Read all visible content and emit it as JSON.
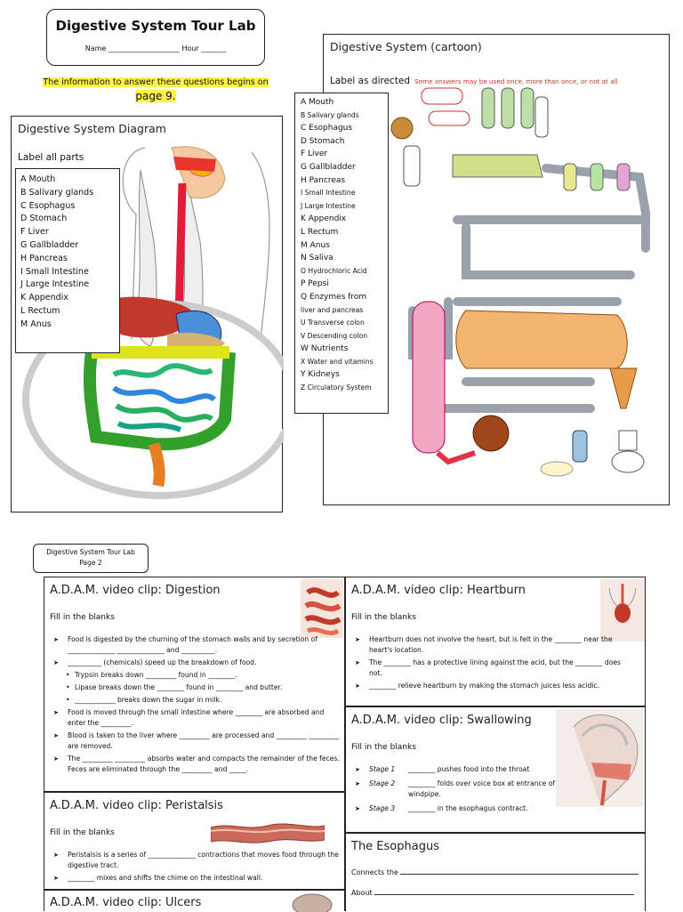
{
  "page1": {
    "title": "Digestive System Tour Lab",
    "name_line": "Name ____________________  Hour _______",
    "info_line1": "The information to answer these questions begins on",
    "info_line2": "page 9.",
    "diagram_title": "Digestive System Diagram",
    "diagram_instruction": "Label all parts",
    "diagram_labels": [
      "A Mouth",
      "B Salivary glands",
      "C Esophagus",
      "D Stomach",
      "F Liver",
      "G Gallbladder",
      "H Pancreas",
      "I Small Intestine",
      "J Large Intestine",
      "K Appendix",
      "L Rectum",
      "M Anus"
    ],
    "cartoon_title": "Digestive System (cartoon)",
    "cartoon_instruction": "Label as directed",
    "cartoon_note": "Some answers may be used once, more than once, or not at all",
    "cartoon_labels": [
      "A Mouth",
      "B Salivary glands",
      "C Esophagus",
      "D Stomach",
      "F Liver",
      "G Gallbladder",
      "H Pancreas",
      "I Small Intestine",
      "J Large Intestine",
      "K Appendix",
      "L Rectum",
      "M Anus",
      "N Saliva",
      "O Hydrochloric Acid",
      "P Pepsi",
      "Q Enzymes from",
      "liver and pancreas",
      "U Transverse colon",
      "V Descending colon",
      "W Nutrients",
      "X Water and vitamins",
      "Y Kidneys",
      "Z Circulatory System"
    ]
  },
  "page2": {
    "header_line1": "Digestive System Tour Lab",
    "header_line2": "Page 2",
    "fill_label": "Fill in the blanks",
    "digestion": {
      "title": "A.D.A.M. video clip: Digestion",
      "items": [
        "Food is digested by the churning of the stomach walls and by secretion of ______________ ______________ and __________.",
        "__________ (chemicals) speed up the breakdown of food."
      ],
      "sub": [
        "Trypsin breaks down _________ found in ________.",
        "Lipase breaks down the ________ found in ________ and butter.",
        "____________ breaks down the sugar in milk."
      ],
      "items2": [
        "Food is moved through the small intestine where ________ are absorbed and enter the _________.",
        "Blood is taken to the liver where _________ are processed and _________ _________ are removed.",
        "The _________ _________ absorbs water and compacts the remainder of the feces. Feces are eliminated through the _________ and _____."
      ]
    },
    "heartburn": {
      "title": "A.D.A.M. video clip: Heartburn",
      "items": [
        "Heartburn does not involve the heart, but is felt in the ________ near the heart's location.",
        "The ________ has a protective lining against the acid, but the ________ does not.",
        "________ relieve heartburn by making the stomach juices less acidic."
      ]
    },
    "swallowing": {
      "title": "A.D.A.M. video clip: Swallowing",
      "items": [
        {
          "stage": "Stage 1",
          "text": "________ pushes food into the throat"
        },
        {
          "stage": "Stage 2",
          "text": "________ folds over voice box at entrance of windpipe."
        },
        {
          "stage": "Stage 3",
          "text": "________ in the esophagus contract."
        }
      ]
    },
    "peristalsis": {
      "title": "A.D.A.M. video clip: Peristalsis",
      "items": [
        "Peristalsis is a series of ______________ contractions that moves food through the digestive tract.",
        "________ mixes and shifts the chime on the intestinal wall."
      ]
    },
    "esophagus": {
      "title": "The Esophagus",
      "connects": "Connects the",
      "about": "About"
    },
    "ulcers": {
      "title": "A.D.A.M. video clip: Ulcers"
    }
  }
}
